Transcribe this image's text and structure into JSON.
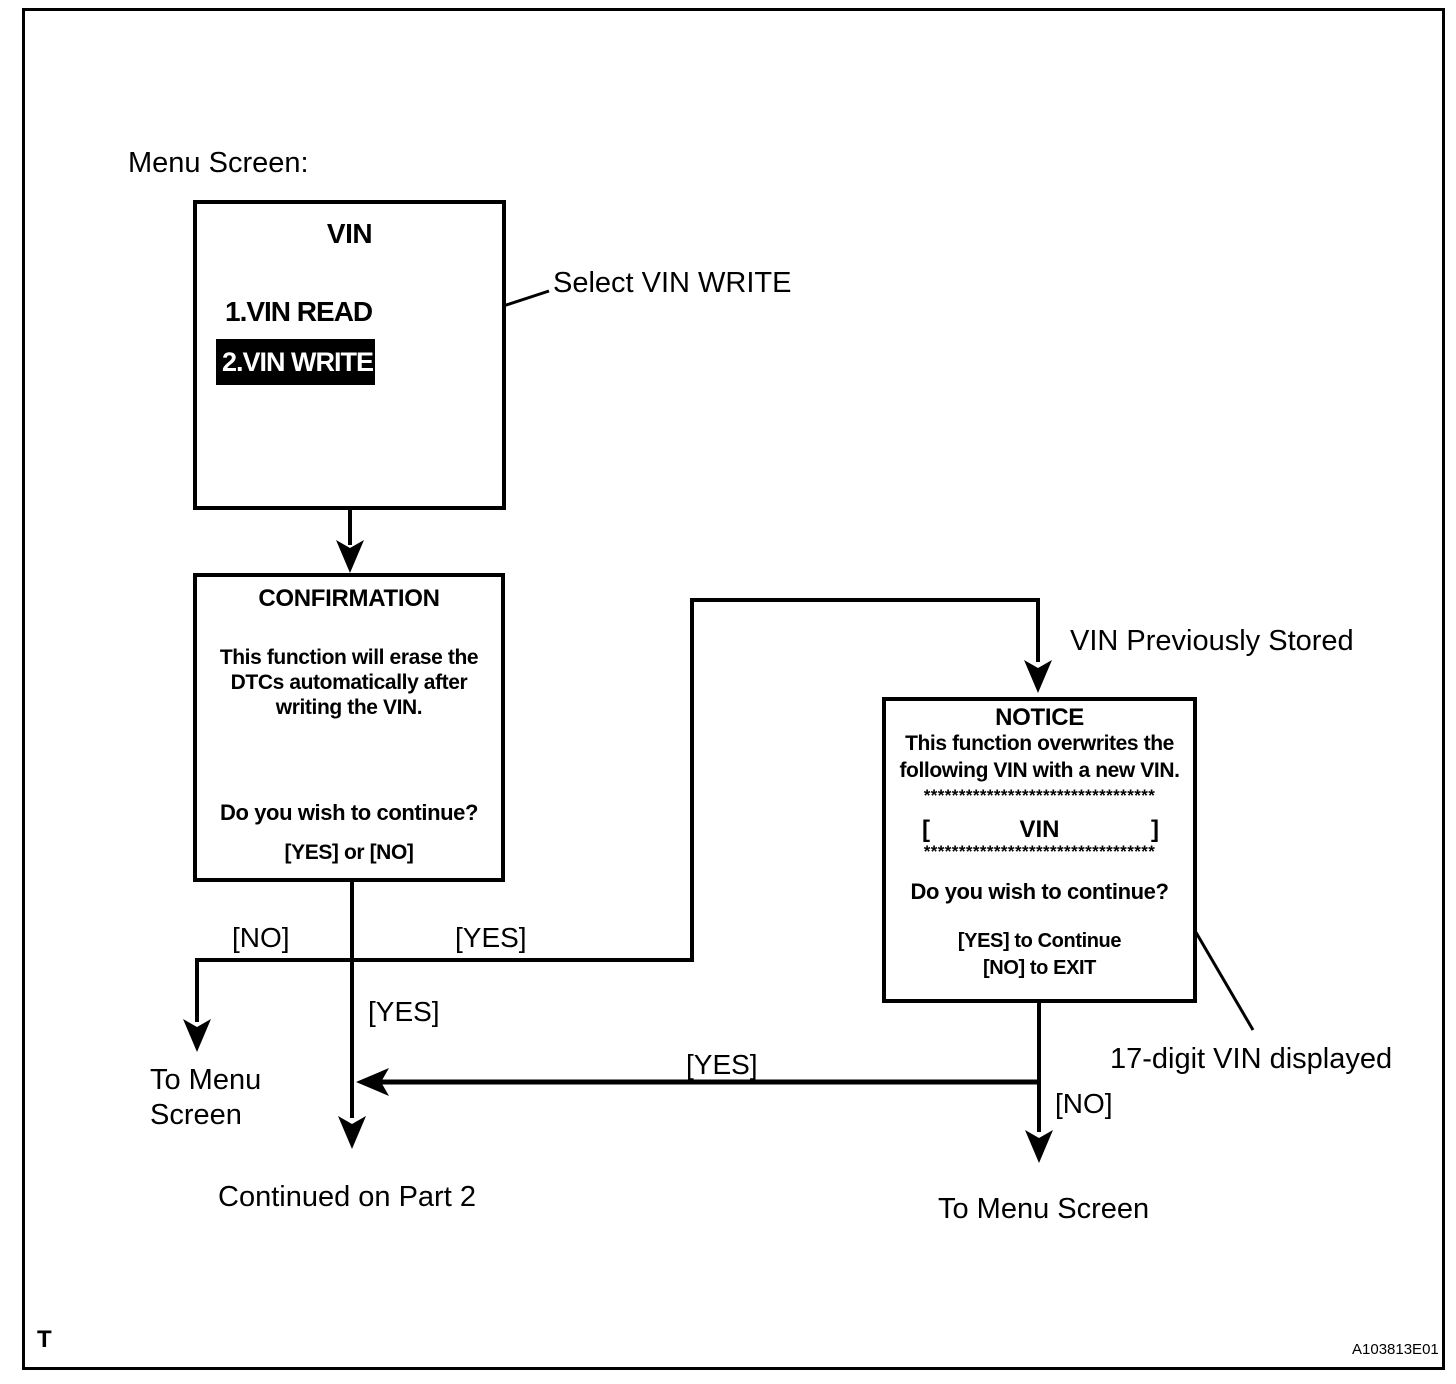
{
  "colors": {
    "ink": "#000000",
    "background": "#ffffff",
    "highlight_bg": "#000000",
    "highlight_text": "#ffffff"
  },
  "page": {
    "menu_screen_label": "Menu Screen:",
    "corner_mark": "T",
    "figure_id": "A103813E01"
  },
  "vin_menu": {
    "title": "VIN",
    "items": [
      {
        "label": "1.VIN READ",
        "highlighted": false
      },
      {
        "label": "2.VIN WRITE",
        "highlighted": true
      }
    ]
  },
  "annotations": {
    "select_vin_write": "Select VIN WRITE",
    "vin_previously_stored": "VIN Previously Stored",
    "vin_displayed": "17-digit VIN displayed"
  },
  "confirmation": {
    "title": "CONFIRMATION",
    "body_lines": [
      "This function will erase the",
      "DTCs automatically after",
      "writing the VIN."
    ],
    "question": "Do you wish to continue?",
    "options": "[YES] or [NO]"
  },
  "notice": {
    "title": "NOTICE",
    "body_lines": [
      "This function overwrites the",
      "following VIN with a new VIN."
    ],
    "asterisks": "*********************************",
    "vin_row": {
      "open": "[",
      "label": "VIN",
      "close": "]"
    },
    "question": "Do you wish to continue?",
    "yes_option": "[YES] to Continue",
    "no_option": "[NO] to EXIT"
  },
  "branches": {
    "conf_no": "[NO]",
    "conf_yes_right": "[YES]",
    "conf_yes_down": "[YES]",
    "notice_yes_return": "[YES]",
    "notice_no": "[NO]",
    "to_menu_line1": "To Menu",
    "to_menu_line2": "Screen",
    "continued": "Continued on Part 2",
    "to_menu_screen": "To Menu Screen"
  }
}
